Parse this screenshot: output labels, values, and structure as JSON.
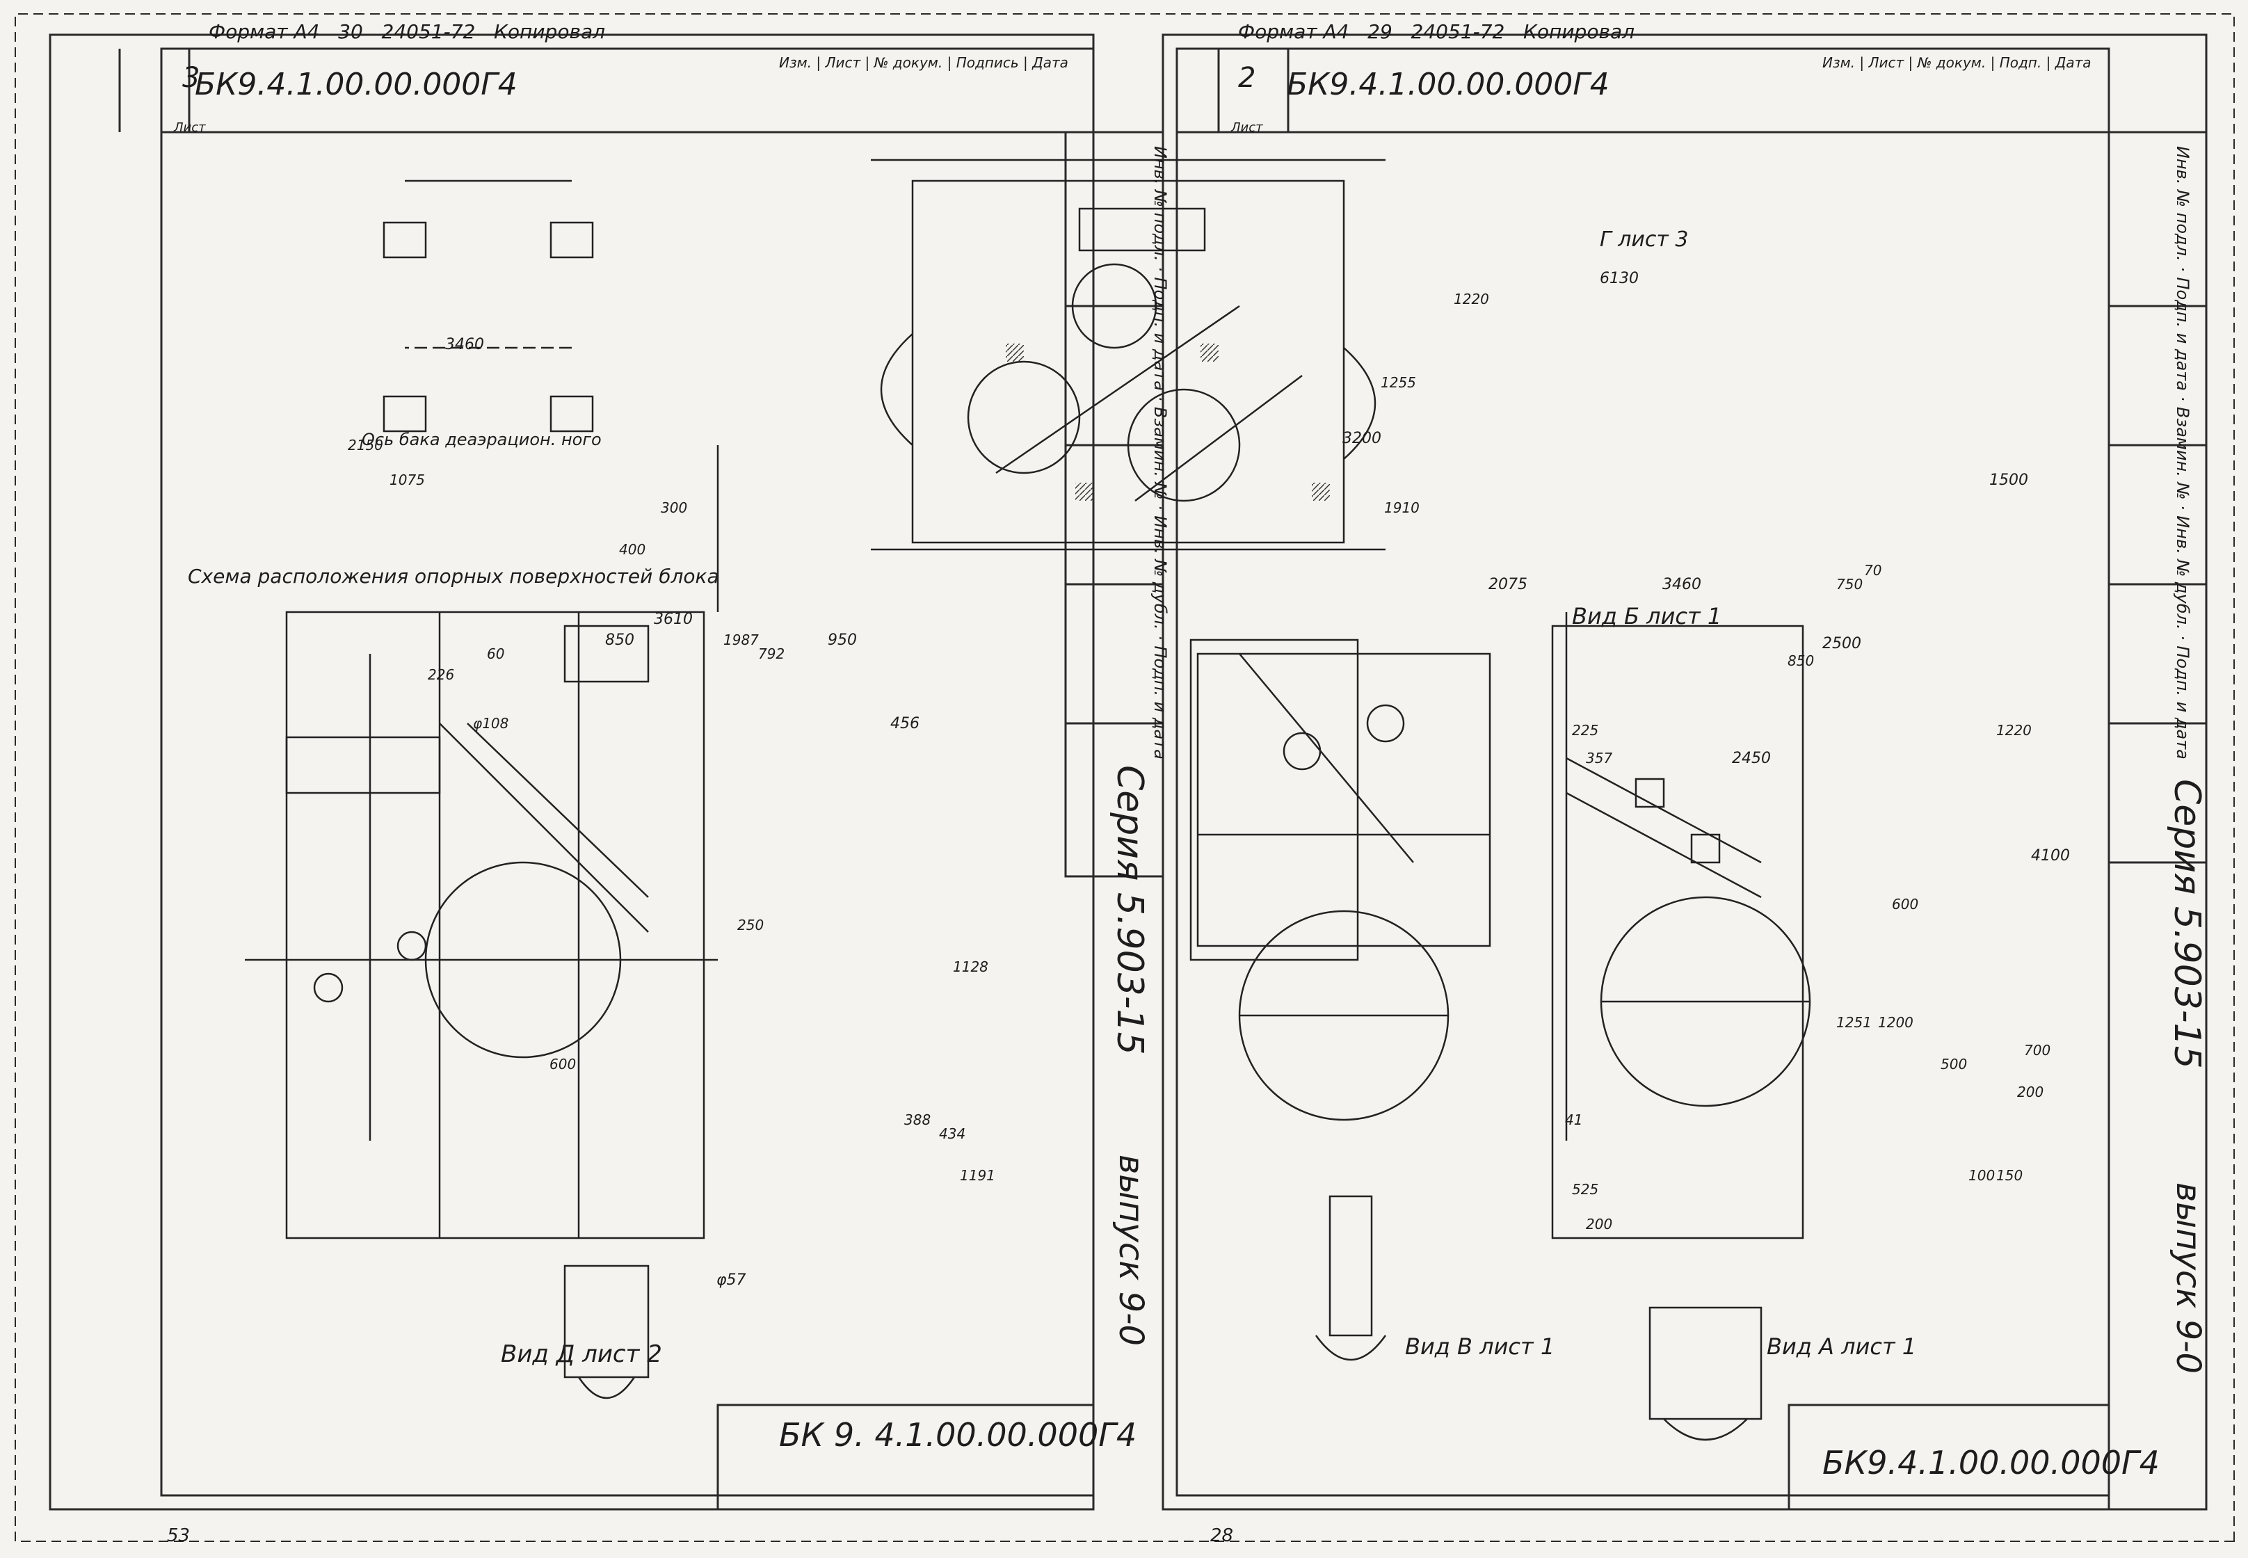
{
  "frame": {
    "copy_left": "Копировал",
    "copy_left_num": "24051-72",
    "copy_left_sheet": "30",
    "format_left": "Формат А4",
    "copy_right": "Копировал",
    "copy_right_num": "24051-72",
    "copy_right_sheet": "29",
    "format_right": "Формат А4",
    "page_left": "53",
    "page_right": "28"
  },
  "left_sheet": {
    "designation": "БК9.4.1.00.00.000Г4",
    "sheet_label": "Лист",
    "sheet_no": "3",
    "titleblock_headers": [
      "Изм.",
      "Лист",
      "№ докум.",
      "Подпись",
      "Дата"
    ],
    "side_columns": [
      "Инв. № подл.",
      "Подп. и дата",
      "Взамин. №",
      "Инв. № дубл.",
      "Подп. и дата"
    ],
    "series": "Серия 5.903-15",
    "issue": "выпуск 9-0",
    "view_label": "Вид Д лист 2",
    "stamp": "БК 9. 4.1.00.00.000Г4",
    "support_title_1": "Схема расположения опорных поверхностей",
    "support_title_2": "блока",
    "axis_note": "Ось бака деаэрацион.",
    "axis_note_2": "ного",
    "dims": [
      "3460",
      "2150",
      "1075",
      "400",
      "300",
      "3610",
      "850",
      "1987",
      "792",
      "950",
      "456",
      "226",
      "φ108",
      "1128",
      "388",
      "434",
      "1191",
      "600",
      "φ57",
      "250",
      "60"
    ]
  },
  "right_sheet": {
    "designation": "БК9.4.1.00.00.000Г4",
    "sheet_label": "Лист",
    "sheet_no": "2",
    "titleblock_headers": [
      "Изм.",
      "Лист",
      "№ докум.",
      "Подп.",
      "Дата"
    ],
    "side_columns": [
      "Инв. № подл.",
      "Подп. и дата",
      "Взамин. №",
      "Инв. № дубл.",
      "Подп. и дата"
    ],
    "series": "Серия 5.903-15",
    "issue": "выпуск 9-0",
    "view_g": "Г лист 3",
    "view_b": "Вид Б лист 1",
    "view_v": "Вид В лист 1",
    "view_a": "Вид А лист 1",
    "stamp": "БК9.4.1.00.00.000Г4",
    "dims": [
      "6130",
      "1220",
      "3200",
      "1255",
      "1910",
      "1500",
      "3460",
      "2075",
      "750",
      "70",
      "2500",
      "850",
      "2450",
      "1220",
      "4100",
      "1200",
      "1251",
      "600",
      "500",
      "150",
      "200",
      "700",
      "100",
      "357",
      "225",
      "525",
      "200",
      "41"
    ]
  }
}
